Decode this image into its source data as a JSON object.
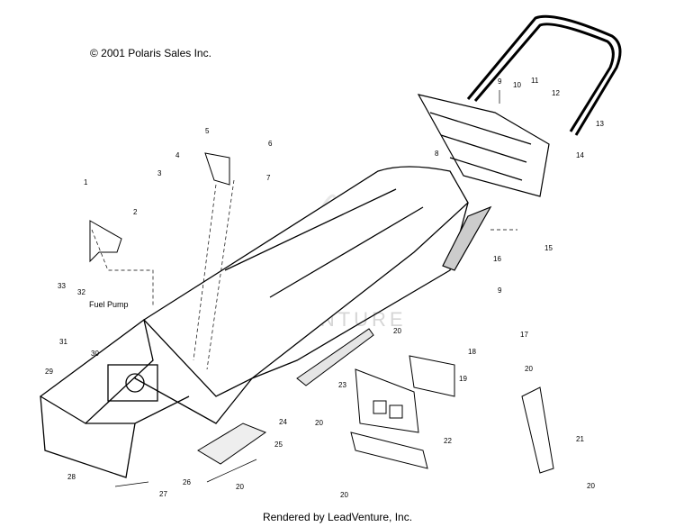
{
  "copyright": "© 2001 Polaris Sales Inc.",
  "footer": "Rendered by LeadVenture, Inc.",
  "watermark": "LEADVENTURE",
  "fuel_pump_label": "Fuel Pump",
  "callouts": [
    "1",
    "2",
    "3",
    "4",
    "5",
    "6",
    "7",
    "8",
    "9",
    "9",
    "10",
    "11",
    "12",
    "13",
    "14",
    "15",
    "16",
    "17",
    "18",
    "19",
    "20",
    "20",
    "20",
    "20",
    "20",
    "20",
    "21",
    "22",
    "23",
    "24",
    "25",
    "26",
    "27",
    "28",
    "29",
    "30",
    "31",
    "32",
    "33"
  ]
}
